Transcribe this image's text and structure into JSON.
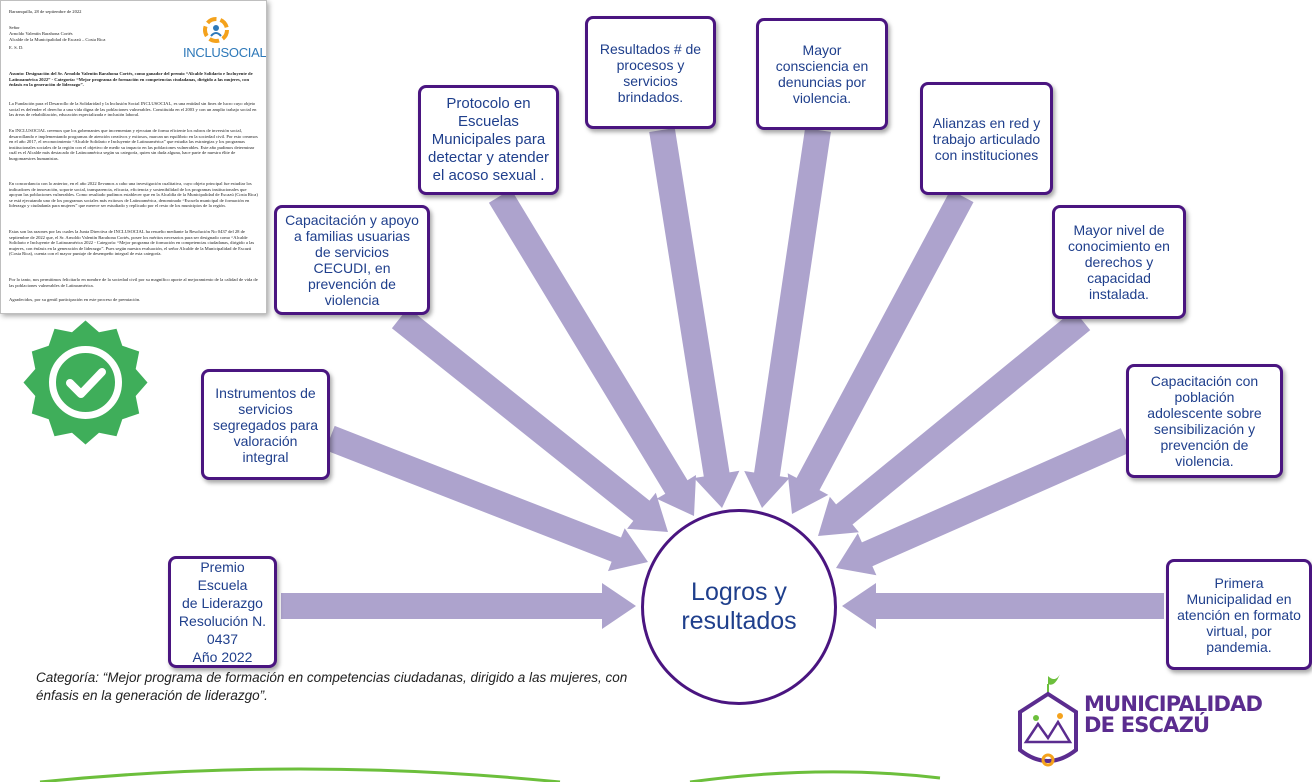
{
  "center": {
    "label": "Logros y\nresultados"
  },
  "boxes": {
    "premio": "Premio Escuela\nde Liderazgo\nResolución N.\n0437\nAño 2022",
    "instrumentos": "Instrumentos de\nservicios\nsegregados para\nvaloración\nintegral",
    "capacitacion_familias": "Capacitación y apoyo\na familias usuarias\nde servicios\nCECUDI, en\nprevención de\nviolencia",
    "protocolo": "Protocolo en\nEscuelas\nMunicipales para\ndetectar y atender\nel acoso sexual .",
    "resultados": "Resultados # de\nprocesos y\nservicios\nbrindados.",
    "consciencia": "Mayor\nconsciencia en\ndenuncias por\nviolencia.",
    "alianzas": "Alianzas en red y\ntrabajo articulado\ncon instituciones",
    "conocimiento": "Mayor nivel de\nconocimiento en\nderechos y\ncapacidad\ninstalada.",
    "adolescente": "Capacitación con\npoblación\nadolescente sobre\nsensibilización y\nprevención de\nviolencia.",
    "virtual": "Primera\nMunicipalidad en\natención en formato\nvirtual, por\npandemia."
  },
  "caption": "Categoría: “Mejor programa de formación en competencias ciudadanas, dirigido a las mujeres, con énfasis en la generación de liderazgo”.",
  "document": {
    "date": "Barranquilla, 28 de septiembre de 2022",
    "salutation": "Señor",
    "recipient": "Arnoldo Valentín Barahona Cortés",
    "recipient_title": "Alcalde de la Municipalidad de Escazú – Costa Rica",
    "esd": "E.          S.          D.",
    "subject": "Asunto: Designación del Sr. Arnoldo Valentín Barahona Cortés, como ganador del premio “Alcalde Solidario e Incluyente de Latinoamérica 2022” - Categoría: “Mejor programa de formación en competencias ciudadanas, dirigido a las mujeres, con énfasis en la generación de liderazgo”.",
    "p1": "La Fundación para el Desarrollo de la Solidaridad y la Inclusión Social INCLUSOCIAL, es una entidad sin fines de lucro cuyo objeto social es defender el derecho a una vida digna de las poblaciones vulnerables. Constituida en el 2003 y con un amplio trabajo social en las áreas de rehabilitación, educación especializada e inclusión laboral.",
    "p2": "En INCLUSOCIAL creemos que los gobernantes que incrementan y ejecutan de forma eficiente los rubros de inversión social, desarrollando e implementando programas de atención creativos y exitosos, marcan un equilibrio en la sociedad civil. Por esto creamos en el año 2017, el reconocimiento “Alcalde Solidario e Incluyente de Latinoamérica” que estudia las estrategias y los programas institucionales sociales de la región con el objetivo de medir su impacto en las poblaciones vulnerables. Este año pudimos determinar cuál es el Alcalde más destacado de Latinoamérica según su categoría, quien sin duda alguna, hace parte de nuestra élite de burgomaestres humanistas.",
    "p3": "En concordancia con lo anterior, en el año 2022 llevamos a cabo una investigación cualitativa, cuyo objeto principal fue estudiar los indicadores de innovación, soporte social, transparencia, eficacia, eficiencia y sostenibilidad de los programas institucionales que apoyan las poblaciones vulnerables. Como resultado pudimos establecer que en la Alcaldía de la Municipalidad de Escazú (Costa Rica) se está ejecutando uno de los programas sociales más exitosos de Latinoamérica, denominado “Escuela municipal de formación en liderazgo y ciudadanía para mujeres” que merece ser estudiado y replicado por el resto de los municipios de la región.",
    "p4": "Estas son las razones por las cuales la Junta Directiva de INCLUSOCIAL ha resuelto mediante la Resolución No 0437 del 28 de septiembre de 2022 que, el Sr. Arnoldo Valentín Barahona Cortés, posee los méritos necesarios para ser designado como “Alcalde Solidario e Incluyente de Latinoamérica 2022 - Categoría: “Mejor programa de formación en competencias ciudadanas, dirigido a las mujeres, con énfasis en la generación de liderazgo”. Pues según nuestra evaluación, el señor Alcalde de la Municipalidad de Escazú (Costa Rica), cuenta con el mayor puntaje de desempeño integral de esta categoría.",
    "p5": "Por lo tanto, nos permitimos felicitarlo en nombre de la sociedad civil por su magnífico aporte al mejoramiento de la calidad de vida de las poblaciones vulnerables de Latinoamérica.",
    "p6": "Agradecidos, por su gentil participación en este proceso de premiación.",
    "logo_text": "INCLUSOCIAL"
  },
  "municipality": {
    "line1": "MUNICIPALIDAD",
    "line2": "DE ESCAZÚ"
  },
  "colors": {
    "box_border": "#4a1580",
    "arrow": "#ada3cd",
    "text": "#1f3f8c",
    "badge": "#3fae5a",
    "brand": "#5b2c8f"
  },
  "icons": {
    "badge": "check-badge-icon",
    "logo": "municipality-logo-icon"
  }
}
